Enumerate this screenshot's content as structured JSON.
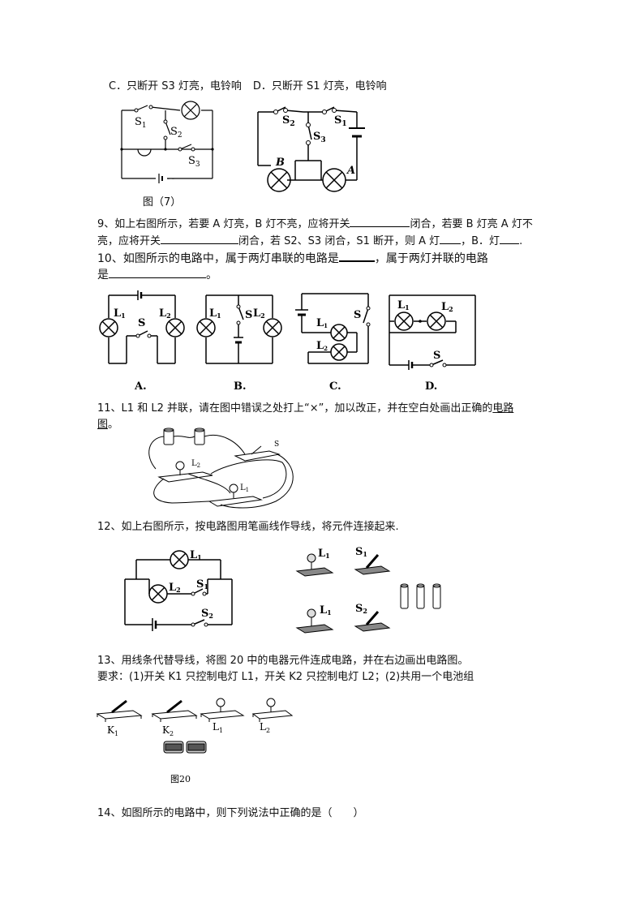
{
  "q8_options": {
    "c": "C．只断开 S3 灯亮，电铃响",
    "d": "D．只断开 S1 灯亮，电铃响"
  },
  "fig7": {
    "caption": "图（7）",
    "labels": {
      "s1": "S",
      "s1_sub": "1",
      "s2": "S",
      "s2_sub": "2",
      "s3": "S",
      "s3_sub": "3"
    }
  },
  "fig_ab": {
    "labels": {
      "s1": "S",
      "s1_sub": "1",
      "s2": "S",
      "s2_sub": "2",
      "s3": "S",
      "s3_sub": "3",
      "a": "A",
      "b": "B"
    }
  },
  "q9": {
    "line1_a": "9、如上右图所示，若要 A 灯亮，B 灯不亮，应将开关",
    "line1_b": "闭合，若要 B 灯亮 A 灯不",
    "line2_a": "亮，应将开关",
    "line2_b": "闭合，若 S2、S3 闭合，S1 断开，则 A 灯",
    "line2_c": "，B．灯",
    "line2_d": "."
  },
  "q10": {
    "line1_a": "10、如图所示的电路中，属于两灯串联的电路是",
    "line1_b": "，属于两灯并联的电路",
    "line2_a": "是",
    "line2_b": "。"
  },
  "q10_figs": {
    "a": {
      "caption": "A.",
      "l1": "L",
      "l1_sub": "1",
      "l2": "L",
      "l2_sub": "2",
      "s": "S"
    },
    "b": {
      "caption": "B.",
      "l1": "L",
      "l1_sub": "1",
      "l2": "L",
      "l2_sub": "2",
      "s": "S"
    },
    "c": {
      "caption": "C.",
      "l1": "L",
      "l1_sub": "1",
      "l2": "L",
      "l2_sub": "2",
      "s": "S"
    },
    "d": {
      "caption": "D.",
      "l1": "L",
      "l1_sub": "1",
      "l2": "L",
      "l2_sub": "2",
      "s": "S"
    }
  },
  "q11": {
    "line1_a": "11、L1 和 L2 并联，请在图中错误之处打上“×”，加以改正，并在空白处画出正确的",
    "line1_b": "电路",
    "line2_a": "图",
    "line2_b": "。"
  },
  "q11_fig": {
    "s": "S",
    "l2": "L",
    "l2_sub": "2",
    "l1": "L",
    "l1_sub": "1"
  },
  "q12": {
    "text": "12、如上右图所示，按电路图用笔画线作导线，将元件连接起来."
  },
  "q12_fig": {
    "l1": "L",
    "l1_sub": "1",
    "l2": "L",
    "l2_sub": "2",
    "s1": "S",
    "s1_sub": "1",
    "s2": "S",
    "s2_sub": "2"
  },
  "q12_parts": {
    "l1": "L",
    "l1_sub": "1",
    "s1": "S",
    "s1_sub": "1",
    "l2": "L",
    "l2_sub": "1",
    "s2": "S",
    "s2_sub": "2"
  },
  "q13": {
    "line1": "13、用线条代替导线，将图 20 中的电器元件连成电路，并在右边画出电路图。",
    "line2": "要求：(1)开关 K1 只控制电灯 L1，开关 K2 只控制电灯 L2；(2)共用一个电池组"
  },
  "q13_fig": {
    "k1": "K",
    "k1_sub": "1",
    "k2": "K",
    "k2_sub": "2",
    "l1": "L",
    "l1_sub": "1",
    "l2": "L",
    "l2_sub": "2",
    "caption": "图20"
  },
  "q14": {
    "text": "14、如图所示的电路中，则下列说法中正确的是（　　）"
  }
}
